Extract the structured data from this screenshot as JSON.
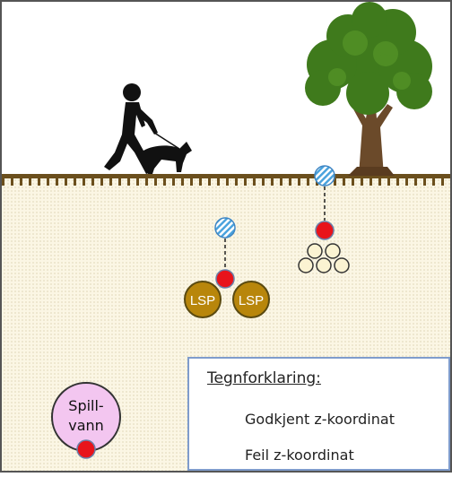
{
  "scene": {
    "colors": {
      "ground_line": "#6b4f1d",
      "soil_bg": "#fbf6e4",
      "soil_dot": "#d9cfa4",
      "border": "#555555",
      "approved": "#e8141b",
      "wrong_stripe": "#4aa3dd",
      "lsp_fill": "#b8860b",
      "pipe_fill": "#fbf3d2",
      "spill_fill": "#f3c6f0",
      "legend_border": "#7f9ccc"
    },
    "icons": {
      "walker": "person-walking-dog-icon",
      "tree": "tree-icon"
    }
  },
  "lsp": {
    "left_label": "LSP",
    "right_label": "LSP"
  },
  "spillvann": {
    "line1": "Spill-",
    "line2": "vann"
  },
  "legend": {
    "title": "Tegnforklaring:",
    "items": [
      {
        "label": "Godkjent z-koordinat",
        "icon": "red-dot-icon"
      },
      {
        "label": "Feil z-koordinat",
        "icon": "striped-dot-icon"
      }
    ]
  }
}
